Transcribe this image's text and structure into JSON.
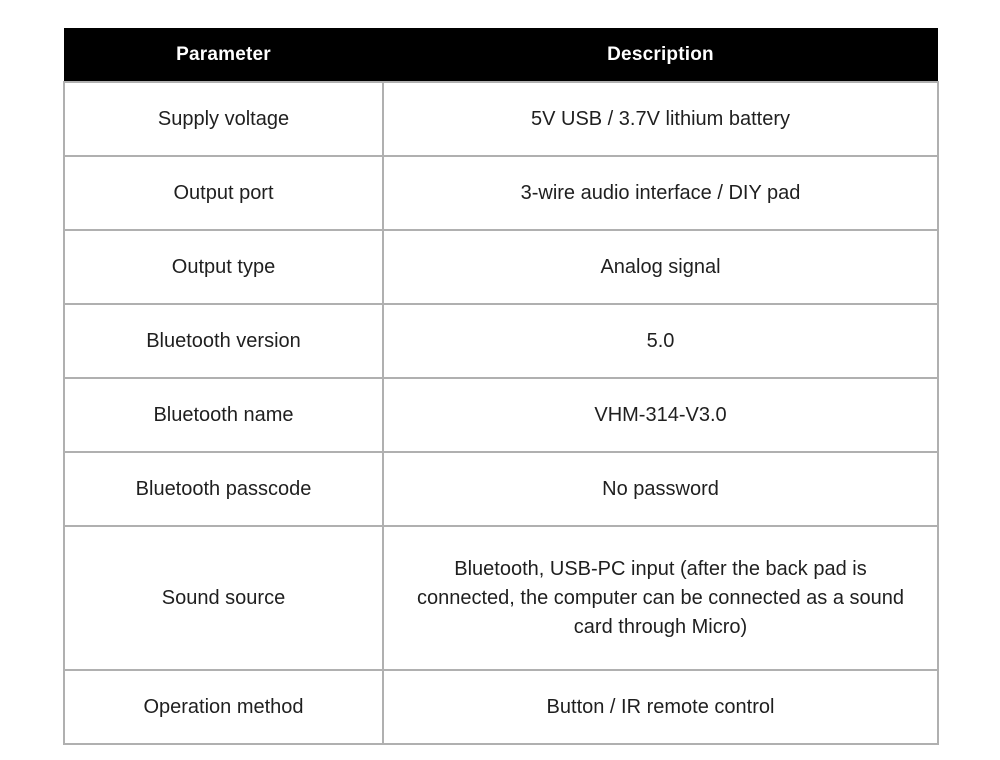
{
  "table": {
    "headers": {
      "parameter": "Parameter",
      "description": "Description"
    },
    "rows": [
      {
        "parameter": "Supply voltage",
        "description": "5V USB / 3.7V lithium battery"
      },
      {
        "parameter": "Output port",
        "description": "3-wire audio interface / DIY pad"
      },
      {
        "parameter": "Output type",
        "description": "Analog signal"
      },
      {
        "parameter": "Bluetooth version",
        "description": "5.0"
      },
      {
        "parameter": "Bluetooth name",
        "description": "VHM-314-V3.0"
      },
      {
        "parameter": "Bluetooth passcode",
        "description": "No password"
      },
      {
        "parameter": "Sound source",
        "description": "Bluetooth, USB-PC input (after the back pad is connected, the computer can be connected as a sound card through Micro)"
      },
      {
        "parameter": "Operation method",
        "description": "Button / IR remote control"
      }
    ],
    "colors": {
      "header_background": "#000000",
      "header_text": "#ffffff",
      "border": "#b0b0b0",
      "body_text": "#1f1f1f",
      "page_background": "#ffffff"
    }
  }
}
